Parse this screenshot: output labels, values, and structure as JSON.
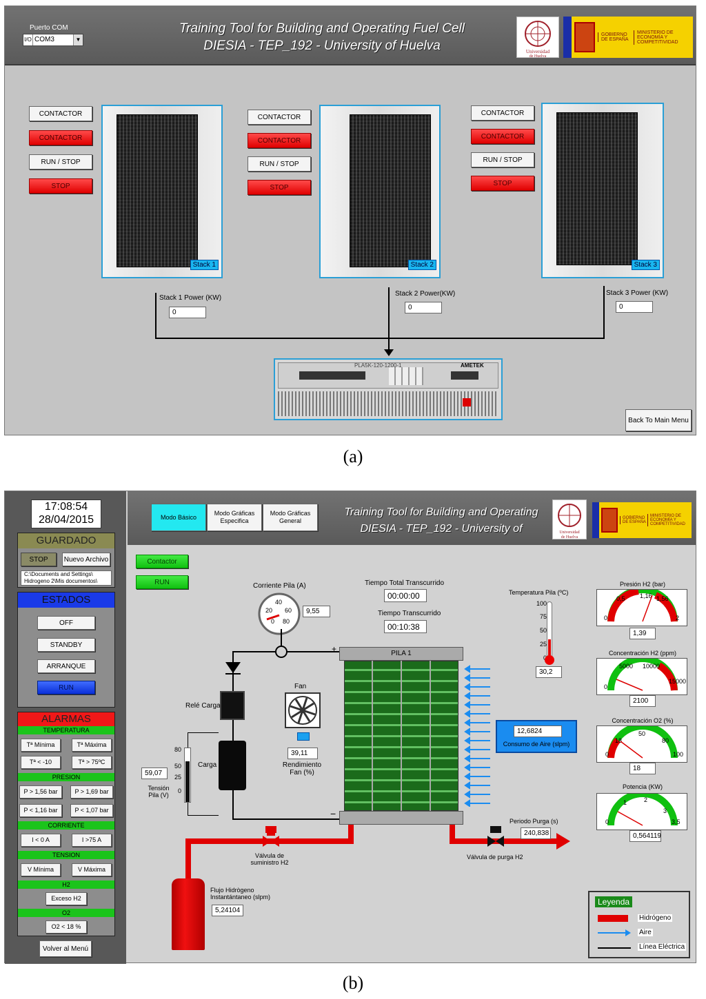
{
  "panel_a": {
    "com_label": "Puerto COM",
    "com_prefix": "I/O",
    "com_value": "COM3",
    "title_line1": "Training Tool for Building and Operating Fuel Cell",
    "title_line2": "DIESIA - TEP_192 - University of Huelva",
    "logo_uhu": "Universidad de Huelva",
    "logo_gobierno": "GOBIERNO DE ESPAÑA",
    "logo_ministerio": "MINISTERIO DE ECONOMÍA Y COMPETITIVIDAD",
    "stacks": [
      {
        "contactor_label": "CONTACTOR",
        "contactor_state": "CONTACTOR",
        "run_label": "RUN / STOP",
        "run_state": "STOP",
        "tag": "Stack 1",
        "power_label": "Stack 1 Power (KW)",
        "power_value": "0"
      },
      {
        "contactor_label": "CONTACTOR",
        "contactor_state": "CONTACTOR",
        "run_label": "RUN / STOP",
        "run_state": "STOP",
        "tag": "Stack 2",
        "power_label": "Stack 2 Power(KW)",
        "power_value": "0"
      },
      {
        "contactor_label": "CONTACTOR",
        "contactor_state": "CONTACTOR",
        "run_label": "RUN / STOP",
        "run_state": "STOP",
        "tag": "Stack 3",
        "power_label": "Stack 3 Power (KW)",
        "power_value": "0"
      }
    ],
    "load_model": "PLA5K-120-1200-1",
    "load_brand": "AMETEK",
    "back_button": "Back To Main Menu",
    "caption": "(a)"
  },
  "panel_b": {
    "time": "17:08:54",
    "date": "28/04/2015",
    "guardado": {
      "title": "GUARDADO",
      "stop": "STOP",
      "nuevo": "Nuevo Archivo",
      "path": "C:\\Documents and Settings\\ Hidrogeno 2\\Mis documentos\\"
    },
    "estados": {
      "title": "ESTADOS",
      "items": [
        "OFF",
        "STANDBY",
        "ARRANQUE",
        "RUN"
      ]
    },
    "alarmas": {
      "title": "ALARMAS",
      "temperatura": "TEMPERATURA",
      "t_min": "Tª Mínima",
      "t_max": "Tª Máxima",
      "t_lt": "Tª < -10",
      "t_gt": "Tª > 75ºC",
      "presion": "PRESION",
      "p1": "P > 1,56 bar",
      "p2": "P > 1,69 bar",
      "p3": "P < 1,16  bar",
      "p4": "P < 1,07 bar",
      "corriente": "CORRIENTE",
      "i1": "I < 0 A",
      "i2": "I >75 A",
      "tension": "TENSION",
      "v1": "V Mínima",
      "v2": "V Máxima",
      "h2": "H2",
      "h2_item": "Exceso H2",
      "o2": "O2",
      "o2_item": "O2 < 18 %"
    },
    "volver": "Volver al Menú",
    "tabs": [
      "Modo Básico",
      "Modo Gráficas Especifica",
      "Modo Gráficas General"
    ],
    "title_line1": "Training Tool for Building and Operating",
    "title_line2": "DIESIA - TEP_192 - University of",
    "contactor": "Contactor",
    "run": "RUN",
    "corriente_label": "Corriente Pila (A)",
    "corriente_value": "9,55",
    "corriente_ticks": [
      "0",
      "20",
      "40",
      "60",
      "80"
    ],
    "tiempo_total_label": "Tiempo Total Transcurrido",
    "tiempo_total": "00:00:00",
    "tiempo_label": "Tiempo Transcurrido",
    "tiempo": "00:10:38",
    "temp_label": "Temperatura Pila (ºC)",
    "temp_ticks": [
      "100",
      "75",
      "50",
      "25",
      "0"
    ],
    "temp_value": "30,2",
    "pila": "PILA 1",
    "rele": "Relé Carga",
    "fan_label": "Fan",
    "fan_value": "39,11",
    "fan_rend": "Rendimiento Fan (%)",
    "carga": "Carga",
    "tension_ticks": [
      "80",
      "50",
      "25",
      "0"
    ],
    "tension_value": "59,07",
    "tension_label": "Tensión Pila (V)",
    "aire_value": "12,6824",
    "aire_label": "Consumo de Aire (slpm)",
    "valvula_sum": "Válvula de suministro H2",
    "valvula_purga": "Válvula de purga H2",
    "periodo_label": "Periodo Purga (s)",
    "periodo_value": "240,838",
    "flujo_label": "Flujo Hidrògeno Instantántaneo (slpm)",
    "flujo_value": "5,24104",
    "gauges": [
      {
        "title": "Presión H2 (bar)",
        "ticks": [
          "0",
          "0,5",
          "1,16",
          "1,56",
          "2"
        ],
        "value": "1,39",
        "fraction": 0.695
      },
      {
        "title": "Concentración H2 (ppm)",
        "ticks": [
          "0",
          "5000",
          "10000",
          "15000"
        ],
        "value": "2100",
        "fraction": 0.14
      },
      {
        "title": "Concentración O2 (%)",
        "ticks": [
          "0",
          "18",
          "50",
          "80",
          "100"
        ],
        "value": "18",
        "fraction": 0.18
      },
      {
        "title": "Potencia (KW)",
        "ticks": [
          "0",
          "1",
          "2",
          "3",
          "3,5"
        ],
        "value": "0,564119",
        "fraction": 0.161
      }
    ],
    "legend": {
      "title": "Leyenda",
      "h2": "Hidrógeno",
      "aire": "Aire",
      "linea": "Línea Eléctrica"
    },
    "caption": "(b)"
  },
  "colors": {
    "red": "#e00000",
    "green": "#10c010",
    "blue": "#0a2fd8",
    "cyan": "#19b6f0",
    "panel": "#c4c4c4"
  }
}
